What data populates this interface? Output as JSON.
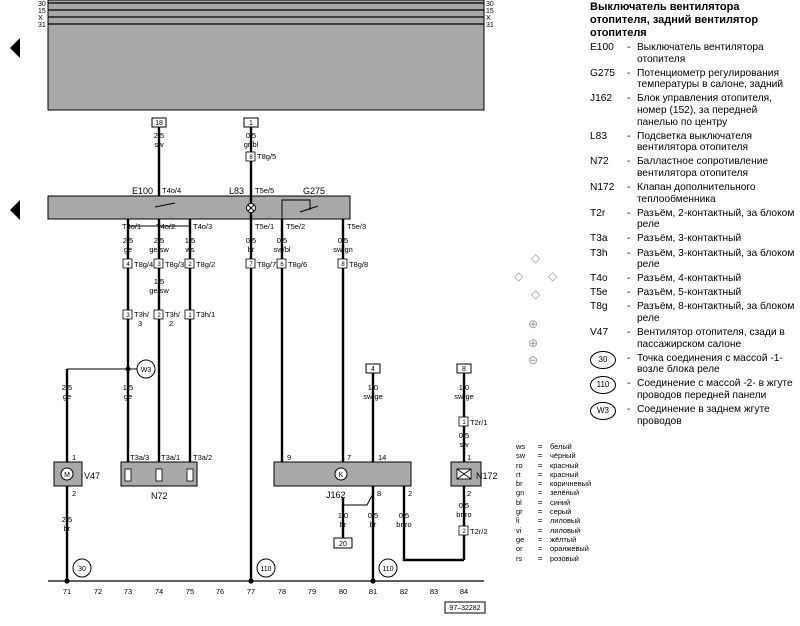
{
  "diagram": {
    "rails": [
      "30",
      "15",
      "X",
      "31"
    ],
    "fuses": [
      "18",
      "1",
      "4",
      "8"
    ],
    "wires": {
      "w18": [
        "2,5",
        "sw"
      ],
      "w1": [
        "0,5",
        "gr/bl"
      ],
      "c1": [
        "2,5",
        "ge"
      ],
      "c2": [
        "2,5",
        "ge/sw"
      ],
      "c3": [
        "1,5",
        "ws"
      ],
      "mid": [
        "1,5",
        "ge/sw"
      ],
      "c6": [
        "0,5",
        "br"
      ],
      "c7": [
        "0,5",
        "sw/bl"
      ],
      "c8": [
        "0,5",
        "sw/gn"
      ],
      "v47top": [
        "2,5",
        "ge"
      ],
      "w3col": [
        "1,5",
        "ge"
      ],
      "v47bot": [
        "2,5",
        "br"
      ],
      "f4": [
        "1,0",
        "sw/ge"
      ],
      "f8": [
        "1,0",
        "sw/ge"
      ],
      "n172top": [
        "0,5",
        "sw"
      ],
      "n172bot": [
        "0,5",
        "br/ro"
      ],
      "j1": [
        "1,0",
        "br"
      ],
      "j2": [
        "0,5",
        "br"
      ],
      "j3": [
        "0,5",
        "br/ro"
      ]
    },
    "connectors": {
      "t8g5": "T8g/5",
      "t4o1": "T4o/1",
      "t4o2": "T4o/2",
      "t4o3": "T4o/3",
      "t4o4": "T4o/4",
      "t5e1": "T5e/1",
      "t5e2": "T5e/2",
      "t5e3": "T5e/3",
      "t5e5": "T5e/5",
      "t8g4": "T8g/4",
      "t8g3": "T8g/3",
      "t8g2": "T8g/2",
      "t8g7": "T8g/7",
      "t8g6": "T8g/6",
      "t8g8": "T8g/8",
      "t3h3a": "T3h/",
      "t3h3b": "3",
      "t3h2a": "T3h/",
      "t3h2b": "2",
      "t3h1": "T3h/1",
      "t3a3": "T3a/3",
      "t3a1": "T3a/1",
      "t3a2": "T3a/2",
      "t2r1": "T2r/1",
      "t2r2": "T2r/2"
    },
    "components": {
      "e100": "E100",
      "l83": "L83",
      "g275": "G275",
      "v47": "V47",
      "n72": "N72",
      "j162": "J162",
      "n172": "N172",
      "w3": "W3",
      "k": "K"
    },
    "pins": [
      "1",
      "2",
      "9",
      "7",
      "14",
      "8",
      "2",
      "1",
      "2"
    ],
    "grounds": [
      "30",
      "110",
      "110"
    ],
    "ground_ref": "20",
    "track_numbers": [
      "71",
      "72",
      "73",
      "74",
      "75",
      "76",
      "77",
      "78",
      "79",
      "80",
      "81",
      "82",
      "83",
      "84"
    ],
    "doc_number": "97–32282"
  },
  "legend": {
    "title": "Выключатель вентилятора отопителя, задний вентилятор отопителя",
    "items": [
      {
        "code": "E100",
        "desc": "Выключатель вентилятора отопителя"
      },
      {
        "code": "G275",
        "desc": "Потенциометр регулирования температуры в салоне, задний"
      },
      {
        "code": "J162",
        "desc": "Блок управления отопителя, номер (152), за передней панелью по центру"
      },
      {
        "code": "L83",
        "desc": "Подсветка выключателя вентилятора отопителя"
      },
      {
        "code": "N72",
        "desc": "Балластное сопротивление вентилятора отопителя"
      },
      {
        "code": "N172",
        "desc": "Клапан дополнительного теплообменника"
      },
      {
        "code": "T2r",
        "desc": "Разъём, 2-контактный, за блоком реле"
      },
      {
        "code": "T3a",
        "desc": "Разъём, 3-контактный"
      },
      {
        "code": "T3h",
        "desc": "Разъём, 3-контактный, за блоком реле"
      },
      {
        "code": "T4o",
        "desc": "Разъём, 4-контактный"
      },
      {
        "code": "T5e",
        "desc": "Разъём, 5-контактный"
      },
      {
        "code": "T8g",
        "desc": "Разъём, 8-контактный, за блоком реле"
      },
      {
        "code": "V47",
        "desc": "Вентилятор отопителя, сзади в пассажирском салоне"
      },
      {
        "code": "30",
        "circle": true,
        "desc": "Точка соединения с массой -1- возле блока реле"
      },
      {
        "code": "110",
        "circle": true,
        "desc": "Соединение с массой -2- в жгуте проводов передней панели"
      },
      {
        "code": "W3",
        "circle": true,
        "desc": "Соединение в заднем жгуте проводов"
      }
    ]
  },
  "color_key": [
    {
      "abbr": "ws",
      "name": "белый"
    },
    {
      "abbr": "sw",
      "name": "чёрный"
    },
    {
      "abbr": "ro",
      "name": "красный"
    },
    {
      "abbr": "rt",
      "name": "красный"
    },
    {
      "abbr": "br",
      "name": "коричневый"
    },
    {
      "abbr": "gn",
      "name": "зелёный"
    },
    {
      "abbr": "bl",
      "name": "синий"
    },
    {
      "abbr": "gr",
      "name": "серый"
    },
    {
      "abbr": "li",
      "name": "лиловый"
    },
    {
      "abbr": "vi",
      "name": "лиловый"
    },
    {
      "abbr": "ge",
      "name": "жёлтый"
    },
    {
      "abbr": "or",
      "name": "оранжевый"
    },
    {
      "abbr": "rs",
      "name": "розовый"
    }
  ],
  "nav": {
    "pan_up": "pan-up-icon",
    "pan_down": "pan-down-icon",
    "pan_left": "pan-left-icon",
    "pan_right": "pan-right-icon",
    "zoom_in": "zoom-in-icon",
    "zoom_reset": "zoom-reset-icon",
    "zoom_out": "zoom-out-icon",
    "prev_page": "prev-page-icon",
    "prev_section": "prev-section-icon"
  }
}
